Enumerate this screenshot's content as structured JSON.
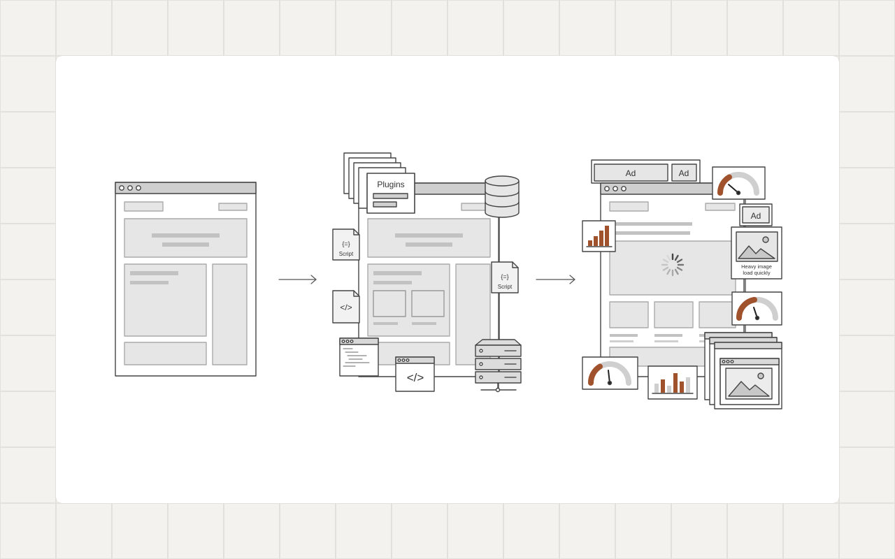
{
  "labels": {
    "plugins": "Plugins",
    "script_left": "Script",
    "script_right": "Script",
    "code_symbol": "</>",
    "code_symbol_2": "</>",
    "brace_symbol": "{=}",
    "brace_symbol_2": "{=}",
    "ad_wide": "Ad",
    "ad_small": "Ad",
    "ad_side": "Ad",
    "heavy_image_line1": "Heavy image",
    "heavy_image_line2": "load quickly"
  },
  "colors": {
    "accent": "#a0522d",
    "stroke": "#444444",
    "fill_light": "#ececec",
    "fill_mid": "#d8d8d8"
  },
  "stages": [
    {
      "name": "simple-page"
    },
    {
      "name": "plugins-and-scripts"
    },
    {
      "name": "bloated-page"
    }
  ]
}
